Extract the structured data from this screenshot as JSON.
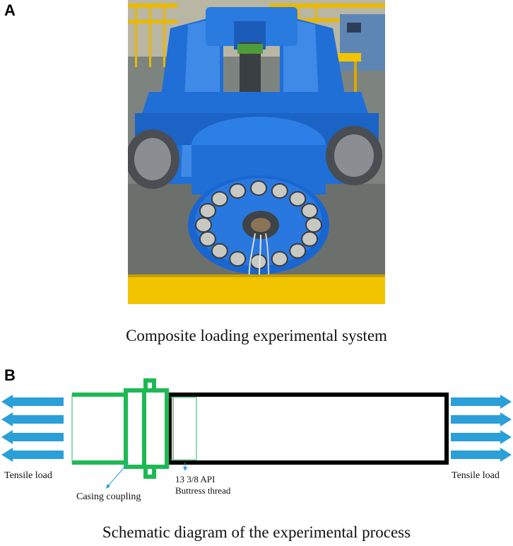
{
  "panel_a": {
    "label": "A",
    "caption": "Composite loading experimental system"
  },
  "panel_b": {
    "label": "B",
    "caption": "Schematic diagram of the experimental process",
    "left_load_label": "Tensile load",
    "right_load_label": "Tensile load",
    "coupling_label": "Casing coupling",
    "thread_label_line1": "13 3/8 API",
    "thread_label_line2": "Buttress thread"
  },
  "colors": {
    "coupling_green": "#1db954",
    "arrow_blue": "#2a9fd8",
    "casing_black": "#000000",
    "machine_blue": "#1f6fd6",
    "safety_yellow": "#f2c400"
  }
}
